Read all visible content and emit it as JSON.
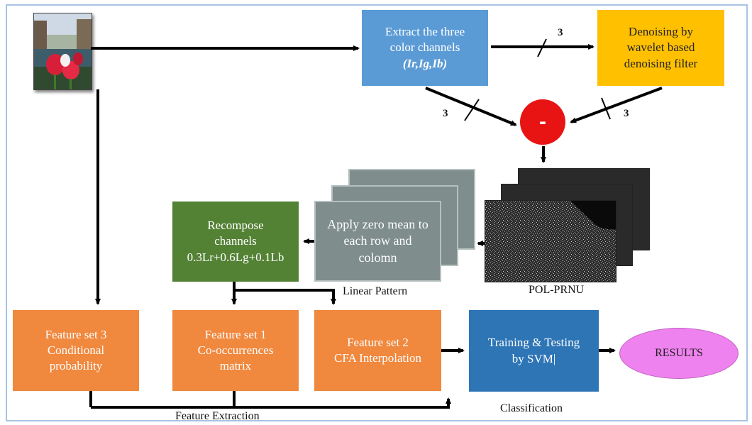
{
  "nodes": {
    "extract": {
      "line1": "Extract the three",
      "line2": "color channels",
      "line3": "(Ir,Ig,Ib)"
    },
    "denoise": {
      "line1": "Denoising by",
      "line2": "wavelet based",
      "line3": "denoising filter"
    },
    "minus": {
      "symbol": "-"
    },
    "recompose": {
      "line1": "Recompose",
      "line2": "channels",
      "line3": "0.3Lr+0.6Lg+0.1Lb"
    },
    "zero_mean": {
      "line1": "Apply zero mean to",
      "line2": "each row and",
      "line3": "colomn"
    },
    "fs3": {
      "line1": "Feature set 3",
      "line2": "Conditional",
      "line3": "probability"
    },
    "fs1": {
      "line1": "Feature set 1",
      "line2": "Co-occurrences",
      "line3": "matrix"
    },
    "fs2": {
      "line1": "Feature set 2",
      "line2": "CFA Interpolation"
    },
    "train": {
      "line1": "Training & Testing",
      "line2": "by SVM|"
    },
    "results": {
      "label": "RESULTS"
    }
  },
  "labels": {
    "pol_prnu": "POL-PRNU",
    "linear_pattern": "Linear Pattern",
    "feature_extraction": "Feature Extraction",
    "classification": "Classification"
  },
  "channel_counts": {
    "top": "3",
    "left": "3",
    "right": "3"
  },
  "colors": {
    "blue": "#5b9bd5",
    "yellow": "#ffc000",
    "red": "#e81414",
    "green": "#548235",
    "grey": "#7f8d8d",
    "orange": "#f0883e",
    "dark_blue": "#2e75b6",
    "magenta": "#ee82ee"
  }
}
